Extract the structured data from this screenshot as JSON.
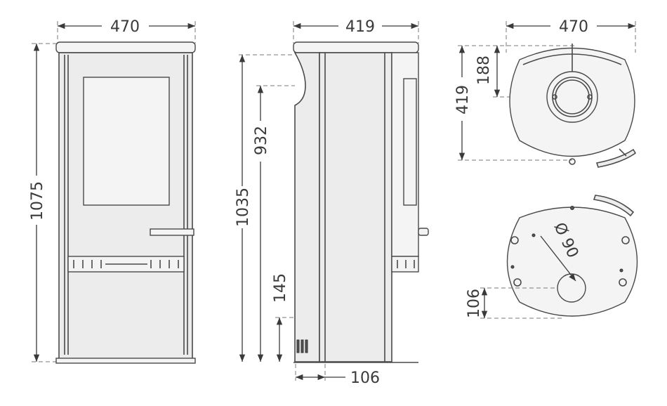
{
  "dimensions": {
    "front_width": "470",
    "front_height": "1075",
    "side_depth": "419",
    "side_height": "1035",
    "side_inlet_height": "932",
    "side_low_height": "145",
    "side_bottom_offset": "106",
    "top_width": "470",
    "top_depth": "419",
    "top_flue_offset": "188",
    "bottom_diameter": "Ø 90",
    "bottom_offset": "106"
  },
  "colors": {
    "line": "#3a3a3a",
    "panel": "#ececec",
    "body": "#4a4a4a"
  }
}
